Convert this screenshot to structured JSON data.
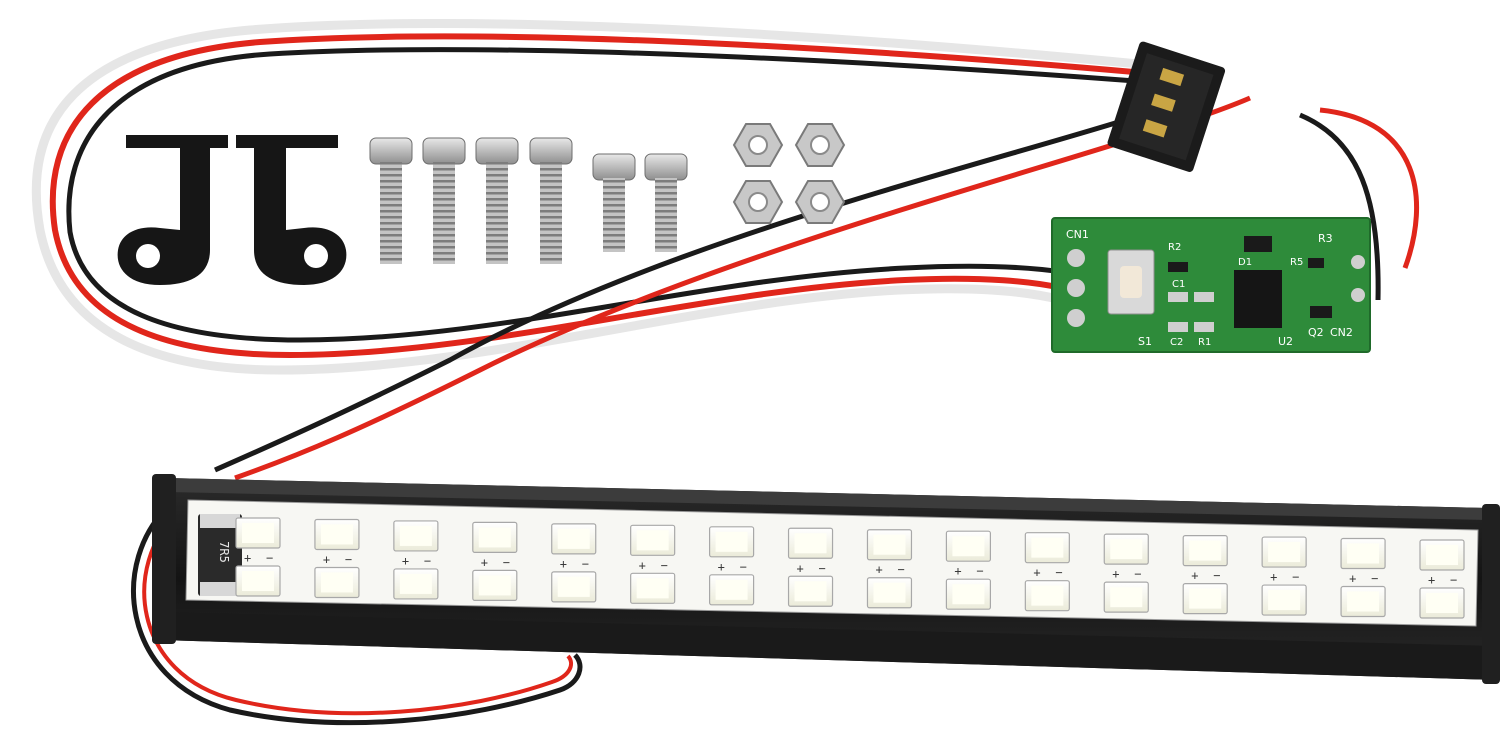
{
  "scene": {
    "description_items": [
      "mounting-brackets",
      "screws",
      "hex-nuts",
      "connector",
      "controller-board",
      "led-light-bar"
    ],
    "brackets_count": 2,
    "long_screws_count": 4,
    "short_screws_count": 2,
    "nuts_count": 4,
    "led_columns": 16,
    "led_rows": 2
  },
  "pcb": {
    "labels": {
      "cn1": "CN1",
      "cn2": "CN2",
      "r3": "R3",
      "r5": "R5",
      "r1": "R1",
      "r2": "R2",
      "c1": "C1",
      "c2": "C2",
      "s1": "S1",
      "u2": "U2",
      "q2": "Q2",
      "d1": "D1"
    }
  },
  "bar": {
    "resistor_label": "7R5",
    "plus": "+",
    "minus": "−"
  },
  "colors": {
    "wire_red": "#e0261b",
    "wire_white": "#f4f4f4",
    "wire_black": "#1a1a1a",
    "pcb_green": "#2e8b3a",
    "led_body": "#f6f6ea",
    "bar_frame": "#1c1c1c",
    "metal": "#b8b8b8"
  }
}
